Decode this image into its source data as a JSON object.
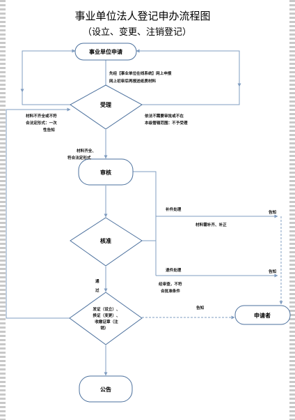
{
  "title": "事业单位法人登记申办流程图",
  "subtitle": "（设立、变更、注销登记）",
  "nodes": {
    "apply": "事业单位申请",
    "accept": "受理",
    "review": "审核",
    "approve": "核准",
    "issue": [
      "发证（设立）、",
      "换证（变更）、",
      "收缴证章（注",
      "销）"
    ],
    "applicant": "申请者",
    "announce": "公告"
  },
  "labels": {
    "online": [
      "先经【事业单位在线系统】网上申报",
      "网上初审后再报送纸质材料"
    ],
    "incomplete": [
      "材料不齐全或不符",
      "合法定形式：一次",
      "性告知"
    ],
    "not_needed": [
      "依法不需要审批或不在",
      "本级管辖范围：不予受理"
    ],
    "complete": [
      "材料齐全、",
      "符合法定形式"
    ],
    "supplement": "补件处理",
    "supplement_note": "材料需补齐、补正",
    "return": "退件处理",
    "return_note": [
      "经审查，不符",
      "合批准条件"
    ],
    "notify1": "告知",
    "notify2": "告知",
    "notify3": "告知",
    "pass_chars": [
      "通",
      "过"
    ]
  },
  "colors": {
    "shape_stroke": "#4a6f9c",
    "line": "#7f9cc0"
  }
}
